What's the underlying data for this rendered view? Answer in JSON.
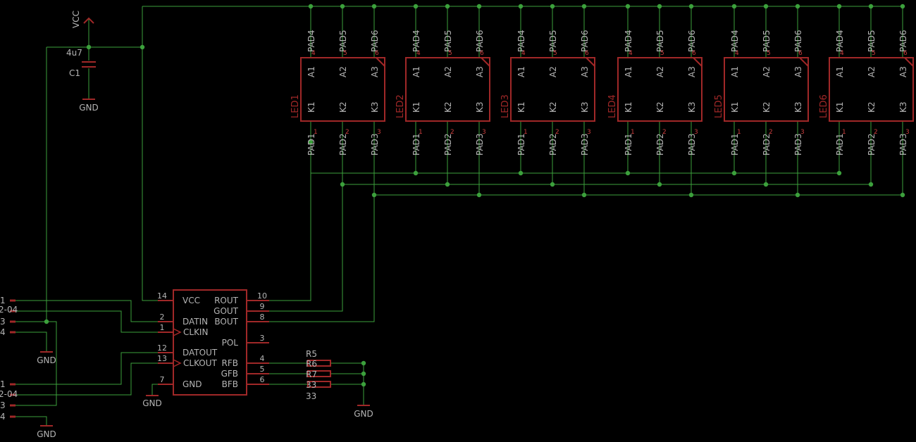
{
  "colors": {
    "background": "#000000",
    "wire": "#3ca03c",
    "part": "#a02828",
    "label": "#b4b4b4",
    "pin_number": "#c83c3c"
  },
  "supply": {
    "vcc_label": "VCC",
    "gnd_label": "GND"
  },
  "capacitor": {
    "name": "C1",
    "value": "4u7"
  },
  "leds": [
    {
      "name": "LED1"
    },
    {
      "name": "LED2"
    },
    {
      "name": "LED3"
    },
    {
      "name": "LED4"
    },
    {
      "name": "LED5"
    },
    {
      "name": "LED6"
    }
  ],
  "led_anodes": [
    {
      "pin": "A1",
      "pad": "PAD4",
      "num": "4"
    },
    {
      "pin": "A2",
      "pad": "PAD5",
      "num": "5"
    },
    {
      "pin": "A3",
      "pad": "PAD6",
      "num": "6"
    }
  ],
  "led_cathodes": [
    {
      "pin": "K1",
      "pad": "PAD1",
      "num": "1"
    },
    {
      "pin": "K2",
      "pad": "PAD2",
      "num": "2"
    },
    {
      "pin": "K3",
      "pad": "PAD3",
      "num": "3"
    }
  ],
  "driver_ic": {
    "left_pins": [
      {
        "label": "VCC",
        "num": "14",
        "clock": false
      },
      {
        "label": "DATIN",
        "num": "2",
        "clock": false
      },
      {
        "label": "CLKIN",
        "num": "1",
        "clock": true
      },
      {
        "label": "DATOUT",
        "num": "12",
        "clock": false
      },
      {
        "label": "CLKOUT",
        "num": "13",
        "clock": true
      },
      {
        "label": "GND",
        "num": "7",
        "clock": false
      }
    ],
    "right_pins": [
      {
        "label": "ROUT",
        "num": "10"
      },
      {
        "label": "GOUT",
        "num": "9"
      },
      {
        "label": "BOUT",
        "num": "8"
      },
      {
        "label": "POL",
        "num": "3"
      },
      {
        "label": "RFB",
        "num": "4"
      },
      {
        "label": "GFB",
        "num": "5"
      },
      {
        "label": "BFB",
        "num": "6"
      }
    ]
  },
  "resistors": {
    "header_label": "R5",
    "overlap_labels": [
      "R6",
      "R7",
      "33"
    ],
    "footer_label": "33"
  },
  "connectors": [
    {
      "name": "2-04",
      "pins": [
        "1",
        "3",
        "4"
      ]
    },
    {
      "name": "2-04",
      "pins": [
        "1",
        "3",
        "4"
      ]
    }
  ]
}
